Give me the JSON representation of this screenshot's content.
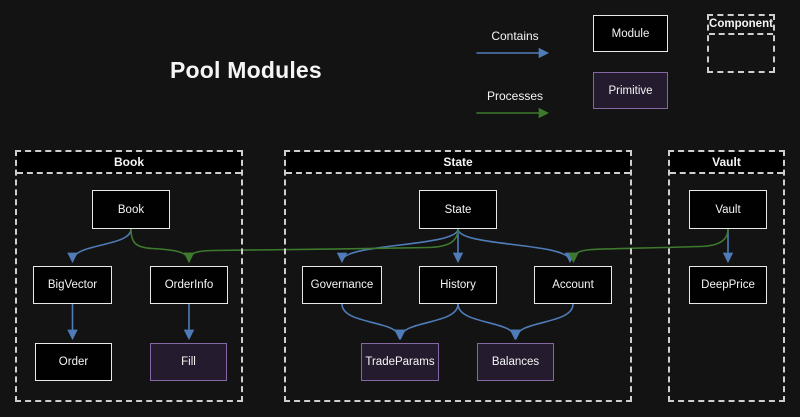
{
  "title": "Pool Modules",
  "colors": {
    "background": "#131313",
    "contains_edge": "#4f7cb8",
    "processes_edge": "#3d7a2e",
    "module_fill": "#010101",
    "module_border": "#e8e8e8",
    "primitive_fill": "#241c2e",
    "primitive_border": "#8468a3",
    "container_border": "#cfcfcf",
    "text": "#f5f5f5"
  },
  "legend": {
    "contains": "Contains",
    "processes": "Processes",
    "module": "Module",
    "primitive": "Primitive",
    "component": "Component"
  },
  "containers": {
    "book": {
      "label": "Book"
    },
    "state": {
      "label": "State"
    },
    "vault": {
      "label": "Vault"
    }
  },
  "nodes": {
    "book": {
      "label": "Book",
      "type": "module"
    },
    "bigvector": {
      "label": "BigVector",
      "type": "module"
    },
    "orderinfo": {
      "label": "OrderInfo",
      "type": "module"
    },
    "order": {
      "label": "Order",
      "type": "module"
    },
    "fill": {
      "label": "Fill",
      "type": "primitive"
    },
    "state": {
      "label": "State",
      "type": "module"
    },
    "governance": {
      "label": "Governance",
      "type": "module"
    },
    "history": {
      "label": "History",
      "type": "module"
    },
    "account": {
      "label": "Account",
      "type": "module"
    },
    "tradeparams": {
      "label": "TradeParams",
      "type": "primitive"
    },
    "balances": {
      "label": "Balances",
      "type": "primitive"
    },
    "vault": {
      "label": "Vault",
      "type": "module"
    },
    "deepprice": {
      "label": "DeepPrice",
      "type": "module"
    }
  },
  "edges": [
    {
      "from": "book",
      "to": "bigvector",
      "type": "contains"
    },
    {
      "from": "bigvector",
      "to": "order",
      "type": "contains"
    },
    {
      "from": "orderinfo",
      "to": "fill",
      "type": "contains"
    },
    {
      "from": "state",
      "to": "governance",
      "type": "contains"
    },
    {
      "from": "state",
      "to": "history",
      "type": "contains"
    },
    {
      "from": "state",
      "to": "account",
      "type": "contains"
    },
    {
      "from": "governance",
      "to": "tradeparams",
      "type": "contains"
    },
    {
      "from": "history",
      "to": "tradeparams",
      "type": "contains"
    },
    {
      "from": "history",
      "to": "balances",
      "type": "contains"
    },
    {
      "from": "account",
      "to": "balances",
      "type": "contains"
    },
    {
      "from": "vault",
      "to": "deepprice",
      "type": "contains"
    },
    {
      "from": "book",
      "to": "orderinfo",
      "type": "processes"
    },
    {
      "from": "state",
      "to": "orderinfo",
      "type": "processes"
    },
    {
      "from": "vault",
      "to": "account",
      "type": "processes"
    }
  ]
}
